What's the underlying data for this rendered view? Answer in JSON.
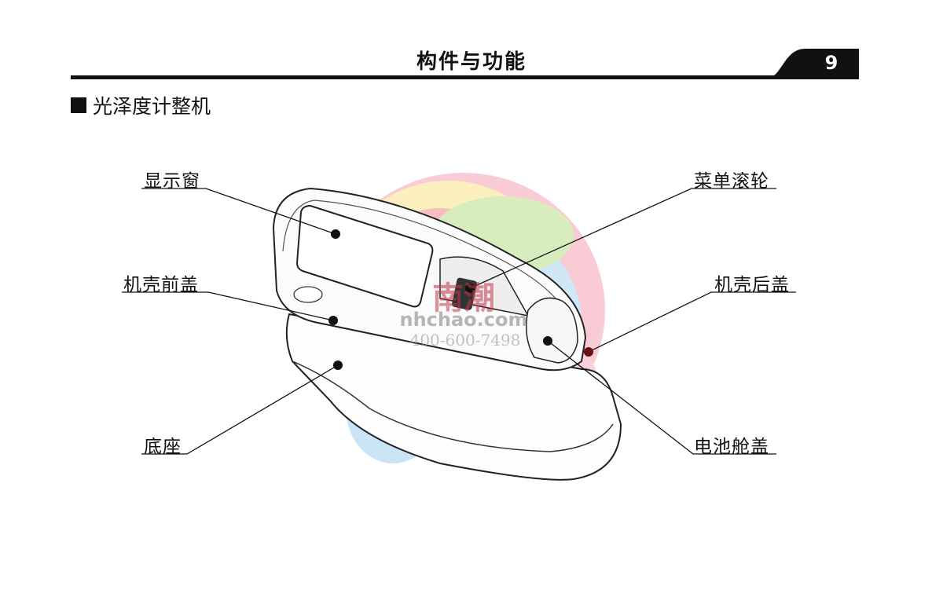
{
  "header": {
    "title": "构件与功能",
    "page_number": "9"
  },
  "section": {
    "title": "光泽度计整机"
  },
  "callouts": {
    "display_window": "显示窗",
    "front_cover": "机壳前盖",
    "base": "底座",
    "menu_wheel": "菜单滚轮",
    "rear_cover": "机壳后盖",
    "battery_cover": "电池舱盖"
  },
  "watermark": {
    "brand": "南潮",
    "site": "nhchao.com",
    "phone": "400-600-7498"
  },
  "colors": {
    "ink": "#111111",
    "rear_dot": "#6b0f12"
  }
}
